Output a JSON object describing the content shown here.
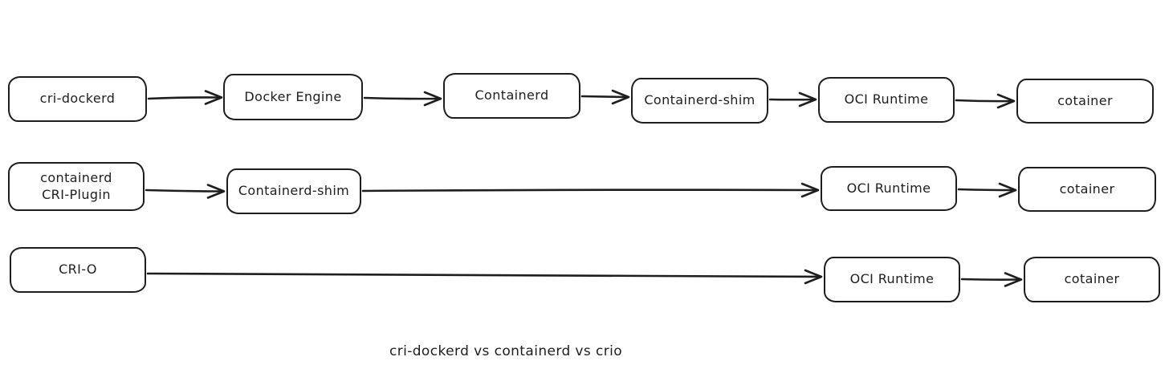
{
  "diagram": {
    "caption": "cri-dockerd vs containerd vs crio",
    "colors": {
      "stroke": "#1e1e1e",
      "box_fill": "#ffffff",
      "background": "#ffffff"
    },
    "rows": [
      {
        "id": "cri-dockerd-flow",
        "nodes": [
          {
            "label": "cri-dockerd"
          },
          {
            "label": "Docker Engine"
          },
          {
            "label": "Containerd"
          },
          {
            "label": "Containerd-shim"
          },
          {
            "label": "OCI Runtime"
          },
          {
            "label": "cotainer"
          }
        ]
      },
      {
        "id": "containerd-flow",
        "nodes": [
          {
            "label": "containerd\nCRI-Plugin"
          },
          {
            "label": "Containerd-shim"
          },
          {
            "label": "OCI Runtime"
          },
          {
            "label": "cotainer"
          }
        ]
      },
      {
        "id": "crio-flow",
        "nodes": [
          {
            "label": "CRI-O"
          },
          {
            "label": "OCI Runtime"
          },
          {
            "label": "cotainer"
          }
        ]
      }
    ]
  }
}
